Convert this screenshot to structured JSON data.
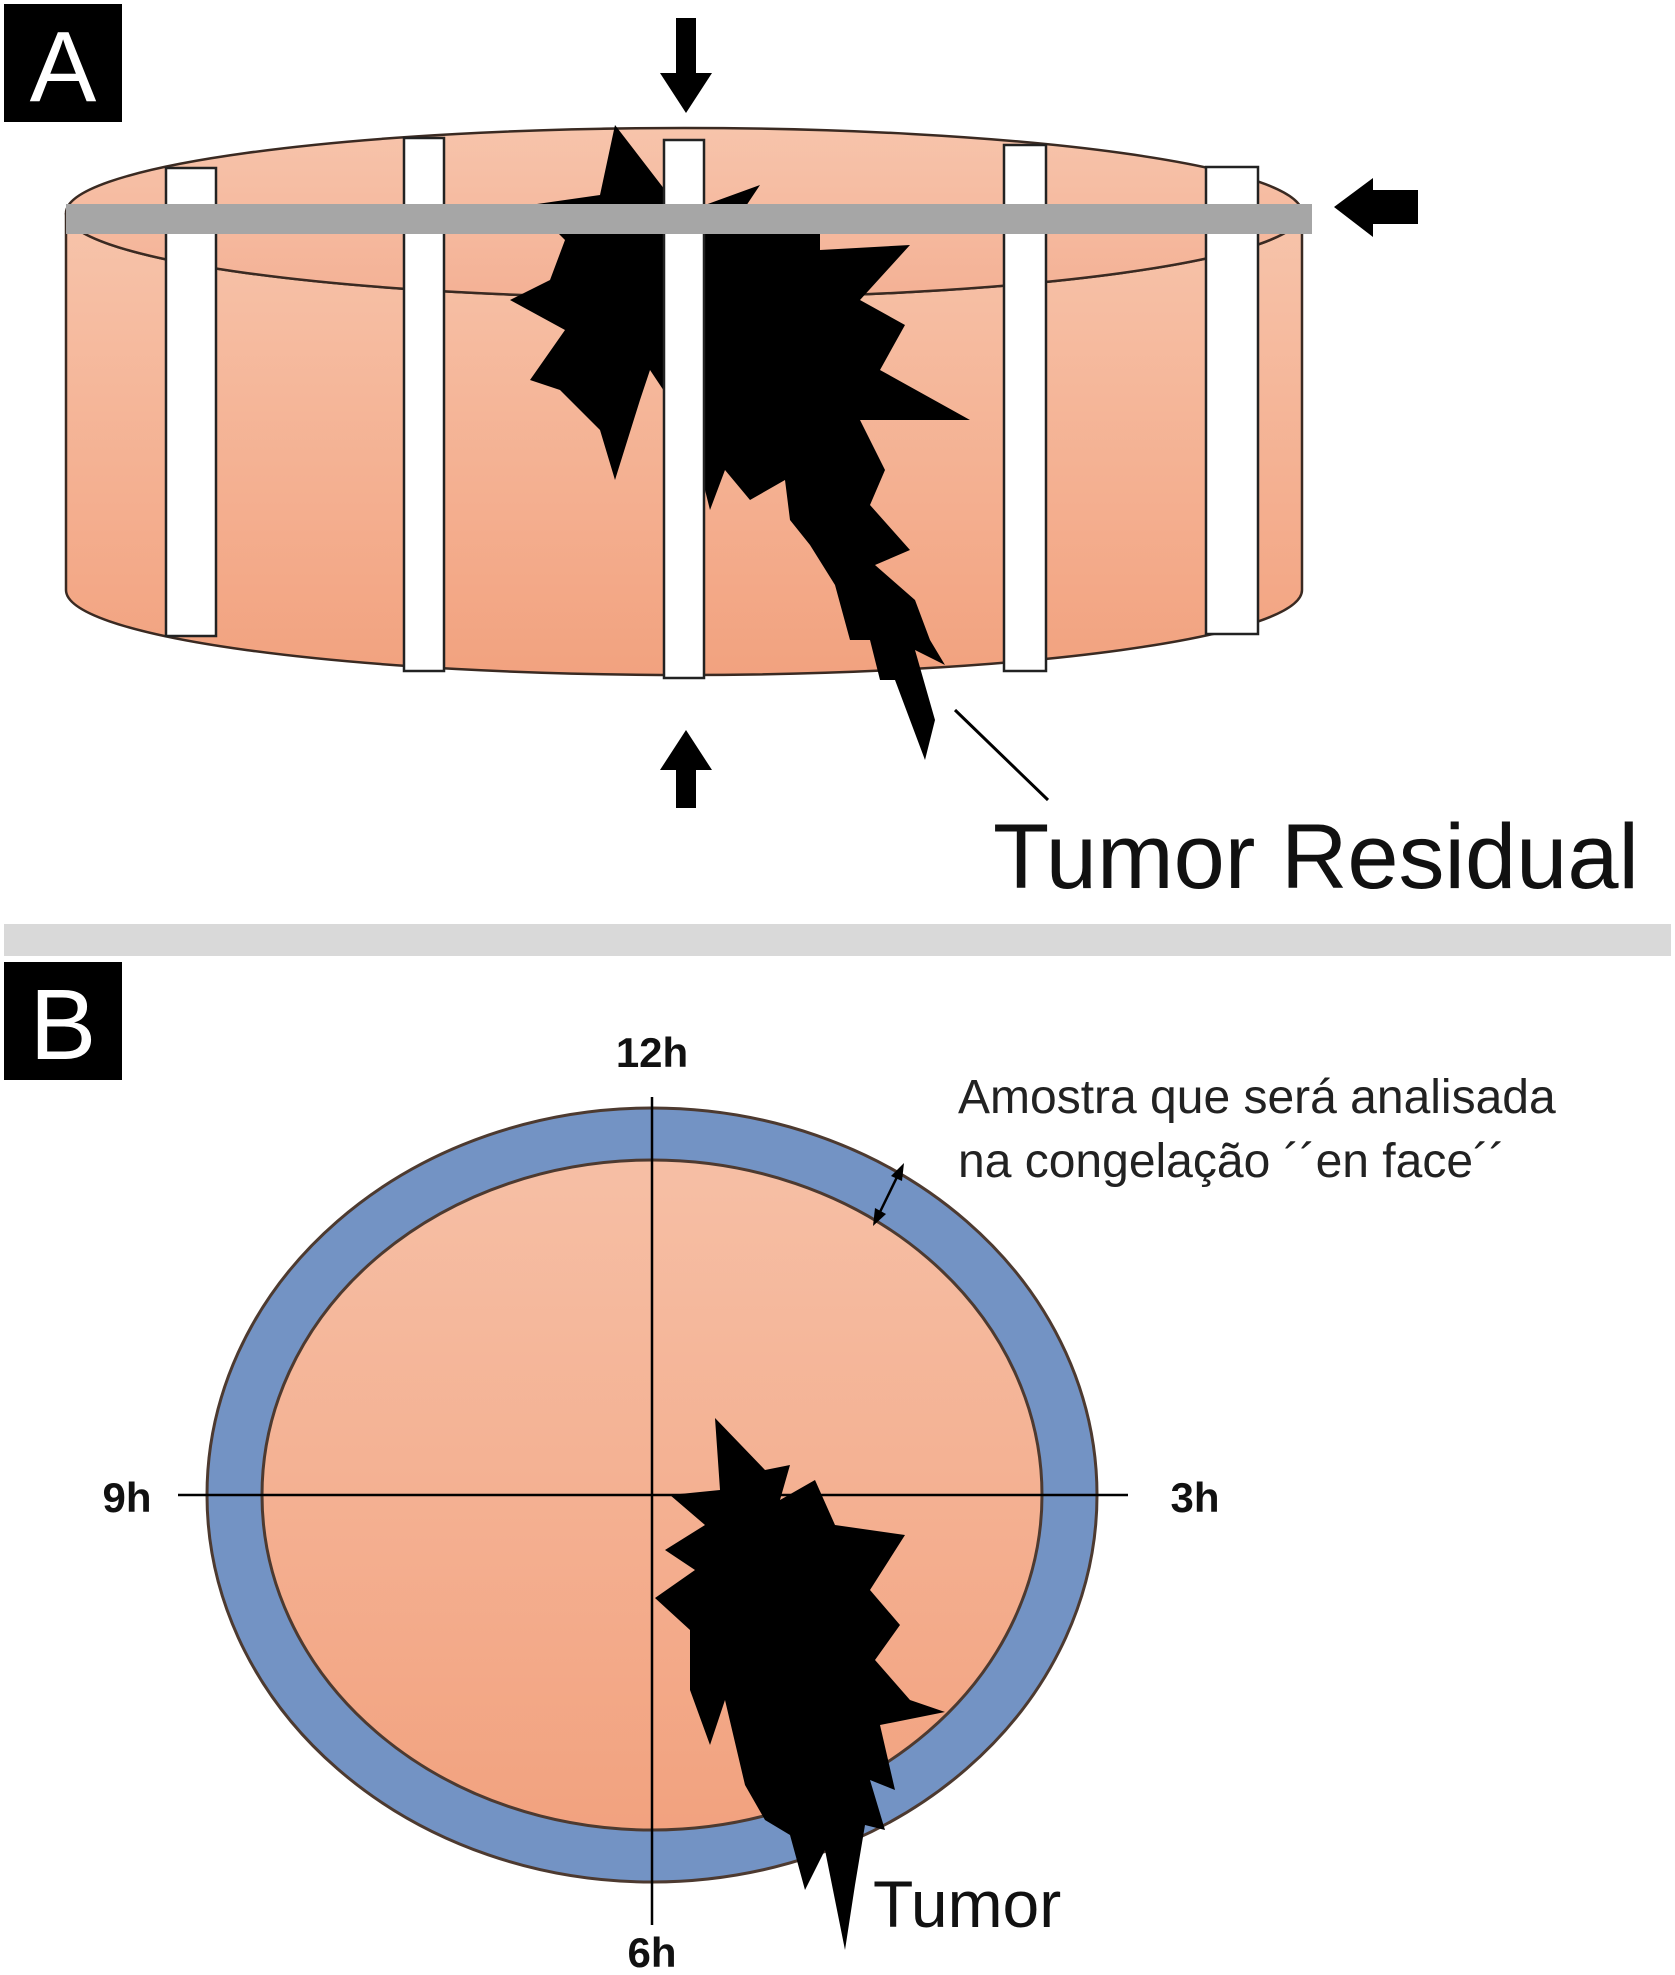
{
  "panel_a": {
    "letter": "A",
    "label": "Tumor Residual"
  },
  "panel_b": {
    "letter": "B",
    "clock": {
      "top": "12h",
      "left": "9h",
      "right": "3h",
      "bottom": "6h"
    },
    "sample_note_line1": "Amostra que será analisada",
    "sample_note_line2": "na congelação ´´en face´´",
    "tumor_label": "Tumor"
  },
  "colors": {
    "tissue_light": "#f6c1a6",
    "tissue_dark": "#f0a07c",
    "margin_ring": "#7393c4",
    "divider": "#d9d9d9",
    "rod": "#a6a6a6",
    "tumor": "#000000"
  }
}
